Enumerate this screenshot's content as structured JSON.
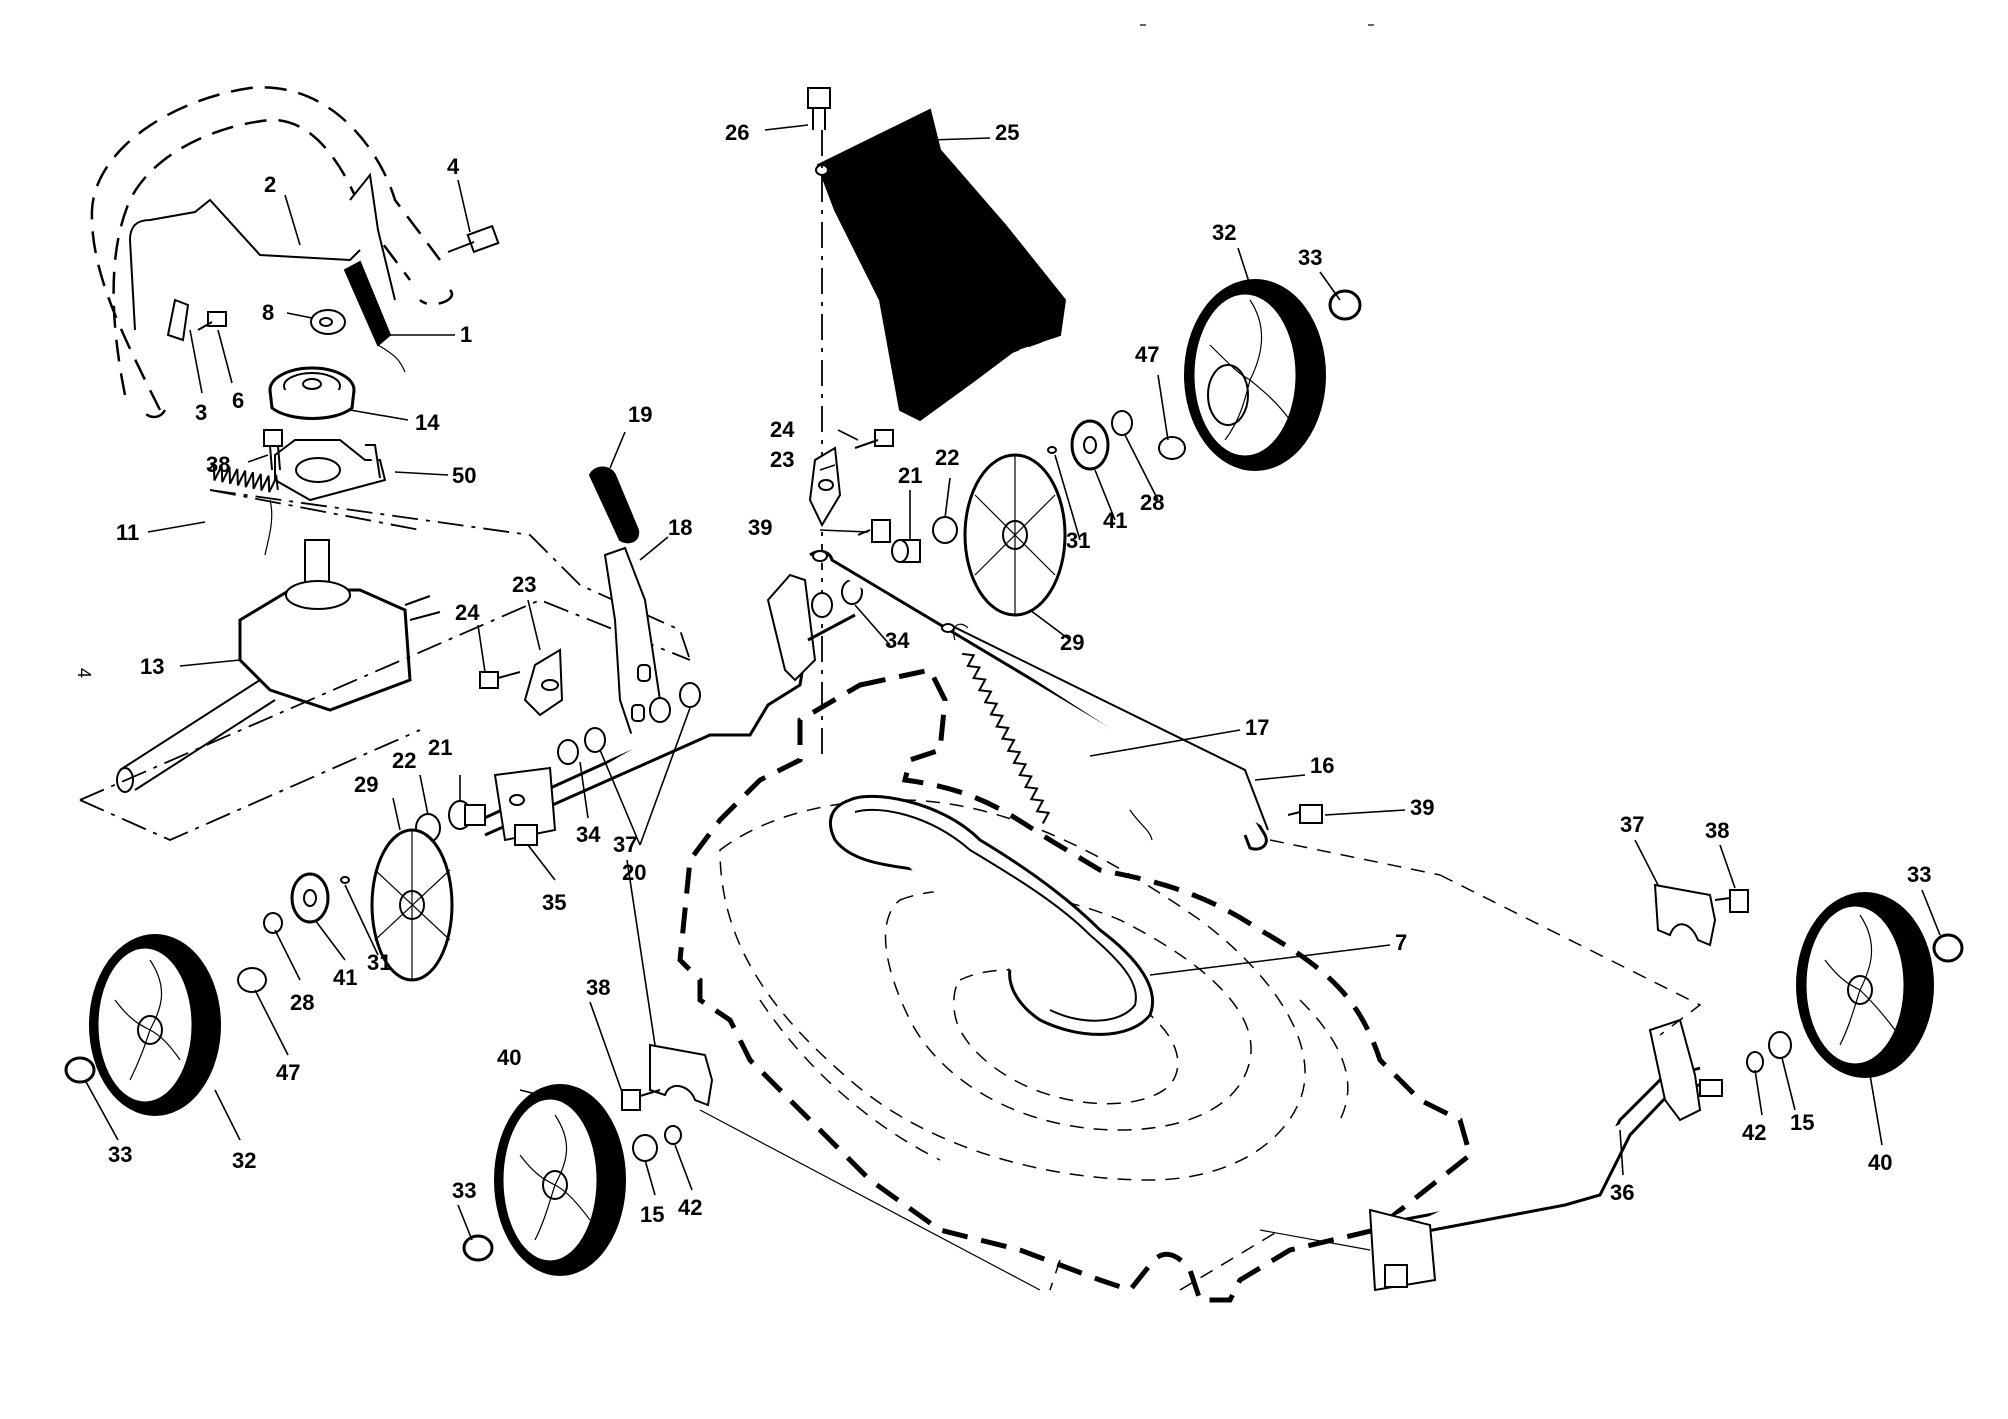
{
  "page": {
    "page_number": "4"
  },
  "callouts": [
    {
      "id": "c1",
      "text": "1"
    },
    {
      "id": "c2",
      "text": "2"
    },
    {
      "id": "c3",
      "text": "3"
    },
    {
      "id": "c4",
      "text": "4"
    },
    {
      "id": "c6",
      "text": "6"
    },
    {
      "id": "c8",
      "text": "8"
    },
    {
      "id": "c14",
      "text": "14"
    },
    {
      "id": "c38a",
      "text": "38"
    },
    {
      "id": "c50",
      "text": "50"
    },
    {
      "id": "c11",
      "text": "11"
    },
    {
      "id": "c13",
      "text": "13"
    },
    {
      "id": "c19",
      "text": "19"
    },
    {
      "id": "c18",
      "text": "18"
    },
    {
      "id": "c24a",
      "text": "24"
    },
    {
      "id": "c23a",
      "text": "23"
    },
    {
      "id": "c22a",
      "text": "22"
    },
    {
      "id": "c21a",
      "text": "21"
    },
    {
      "id": "c29a",
      "text": "29"
    },
    {
      "id": "c34a",
      "text": "34"
    },
    {
      "id": "c20",
      "text": "20"
    },
    {
      "id": "c35",
      "text": "35"
    },
    {
      "id": "c28a",
      "text": "28"
    },
    {
      "id": "c41a",
      "text": "41"
    },
    {
      "id": "c31a",
      "text": "31"
    },
    {
      "id": "c47a",
      "text": "47"
    },
    {
      "id": "c32a",
      "text": "32"
    },
    {
      "id": "c33a",
      "text": "33"
    },
    {
      "id": "c26",
      "text": "26"
    },
    {
      "id": "c25",
      "text": "25"
    },
    {
      "id": "c24b",
      "text": "24"
    },
    {
      "id": "c23b",
      "text": "23"
    },
    {
      "id": "c39a",
      "text": "39"
    },
    {
      "id": "c21b",
      "text": "21"
    },
    {
      "id": "c22b",
      "text": "22"
    },
    {
      "id": "c34b",
      "text": "34"
    },
    {
      "id": "c29b",
      "text": "29"
    },
    {
      "id": "c31b",
      "text": "31"
    },
    {
      "id": "c41b",
      "text": "41"
    },
    {
      "id": "c28b",
      "text": "28"
    },
    {
      "id": "c47b",
      "text": "47"
    },
    {
      "id": "c32b",
      "text": "32"
    },
    {
      "id": "c33b",
      "text": "33"
    },
    {
      "id": "c17",
      "text": "17"
    },
    {
      "id": "c16",
      "text": "16"
    },
    {
      "id": "c39b",
      "text": "39"
    },
    {
      "id": "c7",
      "text": "7"
    },
    {
      "id": "c37a",
      "text": "37"
    },
    {
      "id": "c38b",
      "text": "38"
    },
    {
      "id": "c37b",
      "text": "37"
    },
    {
      "id": "c38c",
      "text": "38"
    },
    {
      "id": "c40a",
      "text": "40"
    },
    {
      "id": "c33c",
      "text": "33"
    },
    {
      "id": "c15a",
      "text": "15"
    },
    {
      "id": "c42a",
      "text": "42"
    },
    {
      "id": "c36",
      "text": "36"
    },
    {
      "id": "c42b",
      "text": "42"
    },
    {
      "id": "c15b",
      "text": "15"
    },
    {
      "id": "c40b",
      "text": "40"
    },
    {
      "id": "c33d",
      "text": "33"
    }
  ]
}
